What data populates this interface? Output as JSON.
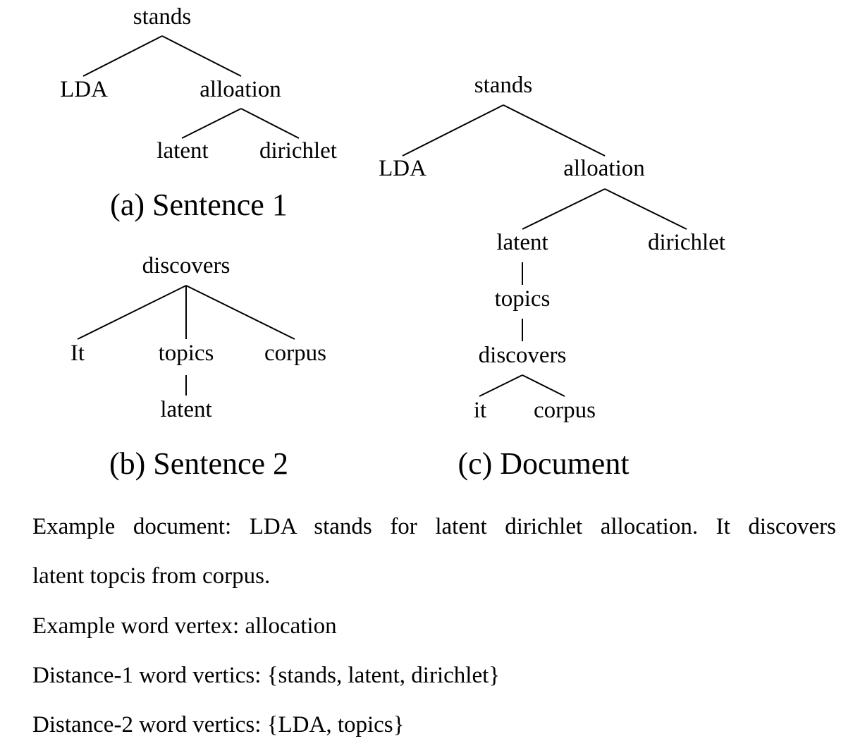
{
  "trees": {
    "sentence1": {
      "caption": "(a) Sentence 1",
      "nodes": {
        "root": "stands",
        "lda": "LDA",
        "alloation": "alloation",
        "latent": "latent",
        "dirichlet": "dirichlet"
      }
    },
    "sentence2": {
      "caption": "(b) Sentence 2",
      "nodes": {
        "root": "discovers",
        "it": "It",
        "topics": "topics",
        "corpus": "corpus",
        "latent": "latent"
      }
    },
    "document": {
      "caption": "(c) Document",
      "nodes": {
        "root": "stands",
        "lda": "LDA",
        "alloation": "alloation",
        "latent": "latent",
        "dirichlet": "dirichlet",
        "topics": "topics",
        "discovers": "discovers",
        "it": "it",
        "corpus": "corpus"
      }
    }
  },
  "text": {
    "example_document": "Example document: LDA stands for latent dirichlet allocation. It discovers",
    "example_document_cont": "latent topcis from corpus.",
    "example_word_vertex": "Example word vertex: allocation",
    "distance1_label": "Distance-1 word vertics: ",
    "distance1_words": "stands, latent, dirichlet",
    "distance2_label": "Distance-2 word vertics: ",
    "distance2_words": "LDA, topics"
  }
}
